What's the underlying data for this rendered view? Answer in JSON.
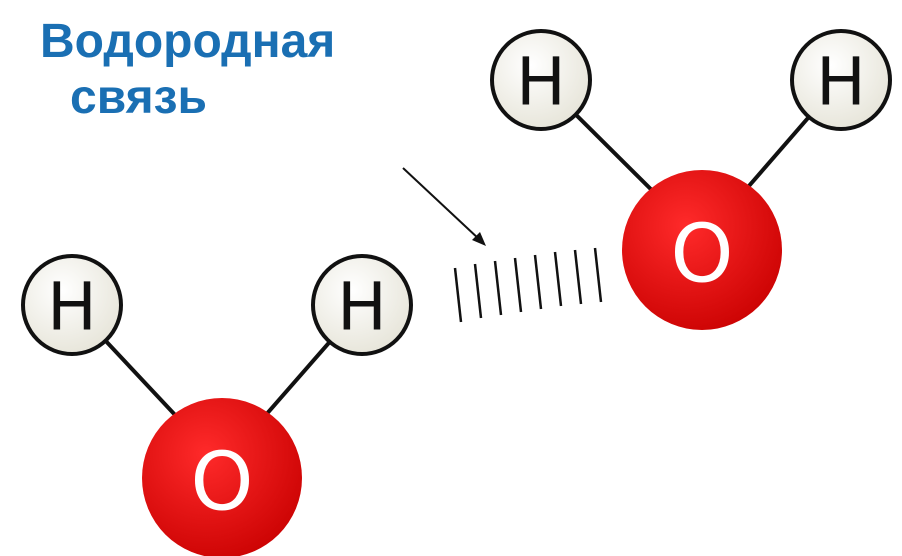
{
  "title": {
    "line1": "Водородная",
    "line2": "связь"
  },
  "molecules": [
    {
      "atoms": [
        {
          "label": "H",
          "type": "hydrogen"
        },
        {
          "label": "H",
          "type": "hydrogen"
        },
        {
          "label": "O",
          "type": "oxygen"
        }
      ]
    },
    {
      "atoms": [
        {
          "label": "H",
          "type": "hydrogen"
        },
        {
          "label": "H",
          "type": "hydrogen"
        },
        {
          "label": "O",
          "type": "oxygen"
        }
      ]
    }
  ],
  "colors": {
    "title": "#1a6fb3",
    "oxygen_fill": "#e01010",
    "oxygen_label": "#ffffff",
    "hydrogen_fill": "#f0efe6",
    "hydrogen_label": "#111111",
    "bond": "#111111"
  }
}
